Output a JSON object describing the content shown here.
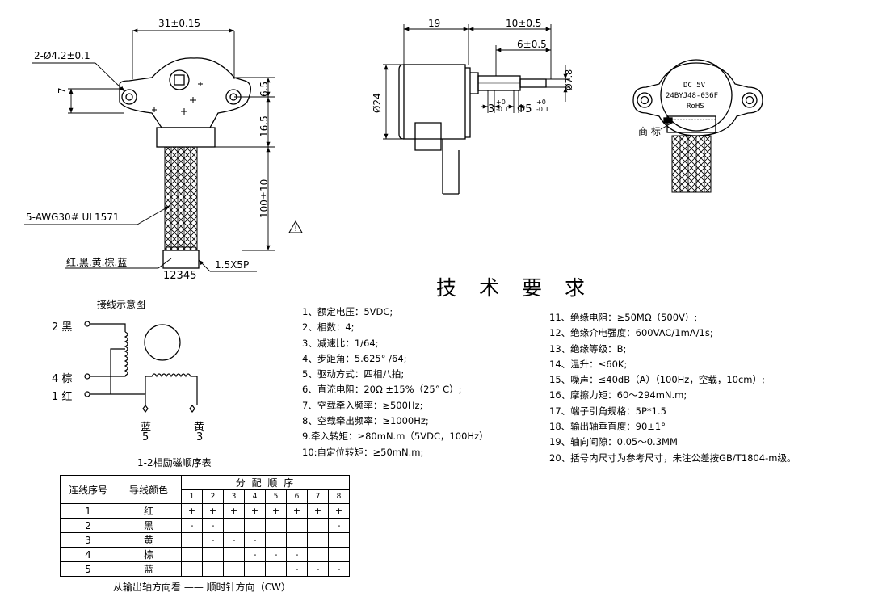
{
  "dims": {
    "width_31": "31±0.15",
    "holes": "2-Ø4.2±0.1",
    "seven": "7",
    "d65": "6.5",
    "d165": "16.5",
    "lead_len": "100±10",
    "wire": "5-AWG30# UL1571",
    "colors": "红.黑.黄.棕.蓝",
    "pitch": "1.5X5P",
    "pins": "12345",
    "d19": "19",
    "d10": "10±0.5",
    "d6": "6±0.5",
    "d24": "Ø24",
    "d78": "Ø7.8",
    "d3": "3",
    "d3tol_up": "+0",
    "d3tol_dn": "-0.1",
    "d5": "Φ5",
    "d5tol_up": "+0",
    "d5tol_dn": "-0.1",
    "warning": "⚠"
  },
  "label": {
    "line1": "DC 5V",
    "line2": "24BYJ48-036F",
    "line3": "RoHS",
    "brand": "商 标"
  },
  "wiring": {
    "title": "接线示意图",
    "black": "2 黑",
    "brown": "4 棕",
    "red": "1 红",
    "blue": "蓝",
    "blue_n": "5",
    "yellow": "黄",
    "yellow_n": "3"
  },
  "section_title": "技术要求",
  "specs_left": [
    "1、额定电压：5VDC;",
    "2、相数：4;",
    "3、减速比：1/64;",
    "4、步距角：5.625° /64;",
    "5、驱动方式：四相八拍;",
    "6、直流电阻：20Ω ±15%（25° C）;",
    "7、空载牵入频率：≥500Hz;",
    "8、空载牵出频率：≥1000Hz;",
    "9.牵入转矩：≥80mN.m（5VDC，100Hz）",
    "10:自定位转矩：≥50mN.m;"
  ],
  "specs_right": [
    "11、绝缘电阻：≥50MΩ（500V）;",
    "12、绝缘介电强度：600VAC/1mA/1s;",
    "13、绝缘等级：B;",
    "14、温升：≤60K;",
    "15、噪声：≤40dB（A）（100Hz，空载，10cm）;",
    "16、摩擦力矩：60～294mN.m;",
    "17、端子引角规格：5P*1.5",
    "18、输出轴垂直度：90±1°",
    "19、轴向间隙：0.05～0.3MM",
    "20、括号内尺寸为参考尺寸，未注公差按GB/T1804-m级。"
  ],
  "table": {
    "caption": "1-2相励磁顺序表",
    "col_wire": "连线序号",
    "col_color": "导线颜色",
    "col_seq": "分 配 顺 序",
    "steps": [
      "1",
      "2",
      "3",
      "4",
      "5",
      "6",
      "7",
      "8"
    ],
    "rows": [
      {
        "n": "1",
        "color": "红",
        "s": [
          "+",
          "+",
          "+",
          "+",
          "+",
          "+",
          "+",
          "+"
        ]
      },
      {
        "n": "2",
        "color": "黑",
        "s": [
          "-",
          "-",
          "",
          "",
          "",
          "",
          "",
          "-"
        ]
      },
      {
        "n": "3",
        "color": "黄",
        "s": [
          "",
          "-",
          "-",
          "-",
          "",
          "",
          "",
          ""
        ]
      },
      {
        "n": "4",
        "color": "棕",
        "s": [
          "",
          "",
          "",
          "-",
          "-",
          "-",
          "",
          ""
        ]
      },
      {
        "n": "5",
        "color": "蓝",
        "s": [
          "",
          "",
          "",
          "",
          "",
          "-",
          "-",
          "-"
        ]
      }
    ],
    "footer": "从输出轴方向看 —— 顺时针方向（CW）"
  }
}
